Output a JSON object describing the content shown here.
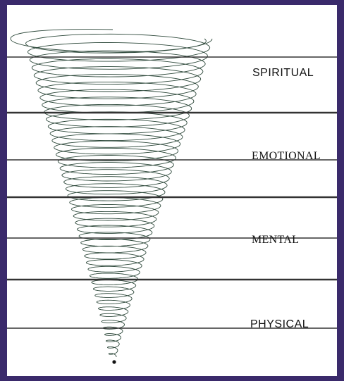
{
  "labels": {
    "spiritual": "SPIRITUAL",
    "emotional": "EMOTIONAL",
    "mental": "MENTAL",
    "physical": "PHYSICAL"
  },
  "colors": {
    "frame": "#3a2a6b",
    "divider": "#333333",
    "spiral": "#2f4a3c"
  }
}
